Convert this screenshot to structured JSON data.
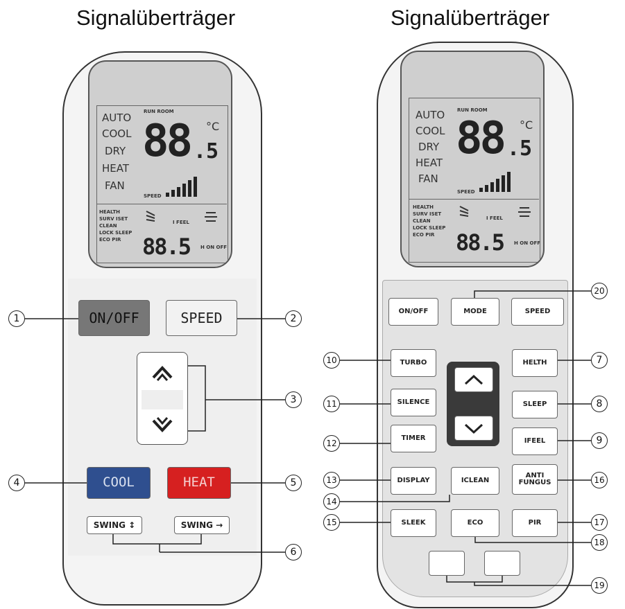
{
  "titles": {
    "left": "Signalüberträger",
    "right": "Signalüberträger"
  },
  "lcd": {
    "modes": [
      "AUTO",
      "COOL",
      "DRY",
      "HEAT",
      "FAN"
    ],
    "temp_digits": "88",
    "temp_decimal": ".5",
    "temp_unit": "°C",
    "timer_digits": "88.5",
    "top_labels": "RUN ROOM",
    "speed_label": "SPEED",
    "small_left": [
      "HEALTH",
      "SURV ISET",
      "CLEAN",
      "LOCK SLEEP",
      "ECO PIR"
    ],
    "feel_label": "I FEEL",
    "timer_suffix": "H ON OFF"
  },
  "colors": {
    "cool_button": "#2f4f8f",
    "heat_button": "#d62020",
    "onoff_button": "#777777"
  },
  "left_remote": {
    "onoff": "ON/OFF",
    "speed": "SPEED",
    "up_icon": "up-double-chevron-icon",
    "down_icon": "down-double-chevron-icon",
    "cool": "COOL",
    "heat": "HEAT",
    "swing_vertical": "SWING ↕",
    "swing_horizontal": "SWING →"
  },
  "right_remote": {
    "onoff": "ON/OFF",
    "mode": "MODE",
    "speed": "SPEED",
    "turbo": "TURBO",
    "health": "HELTH",
    "silence": "SILENCE",
    "sleep": "SLEEP",
    "timer": "TIMER",
    "ifeel": "IFEEL",
    "display": "DISPLAY",
    "iclean": "ICLEAN",
    "antifungus": "ANTI FUNGUS",
    "bottom_left": "SLEEK",
    "eco": "ECO",
    "pir": "PIR"
  },
  "callouts": [
    "1",
    "2",
    "3",
    "4",
    "5",
    "6",
    "7",
    "8",
    "9",
    "10",
    "11",
    "12",
    "13",
    "14",
    "15",
    "16",
    "17",
    "18",
    "19",
    "20"
  ]
}
